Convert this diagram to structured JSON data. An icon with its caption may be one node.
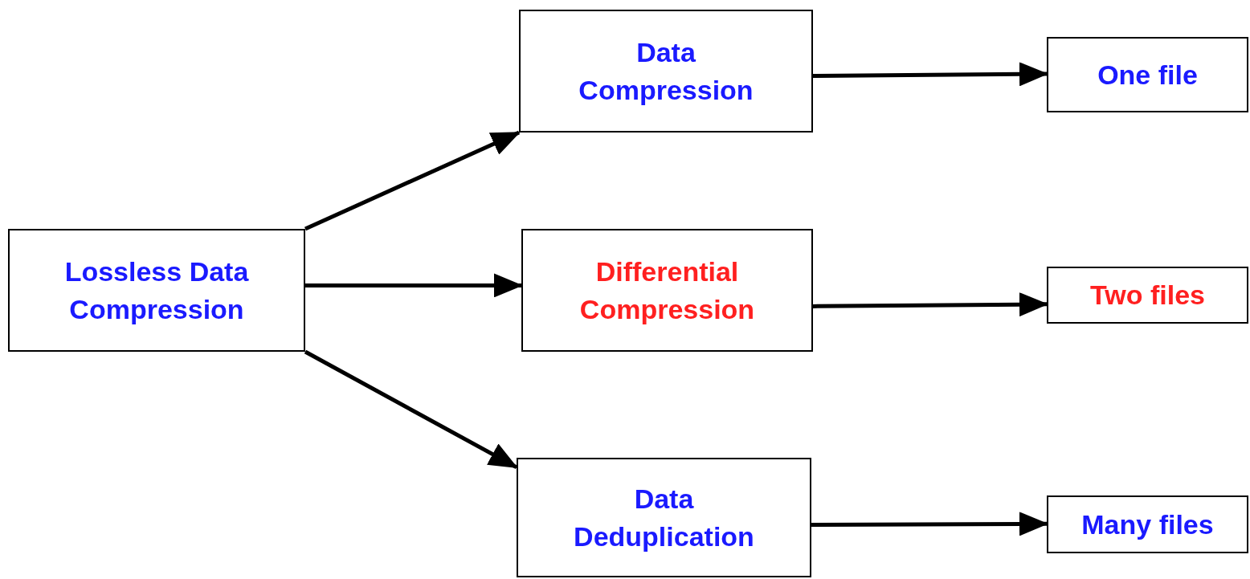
{
  "diagram": {
    "nodes": [
      {
        "text": [
          "Lossless Data Compression"
        ]
      },
      {
        "text": [
          "Data Compression"
        ]
      },
      {
        "text": [
          "Differential Compression"
        ]
      },
      {
        "text": [
          "Data Deduplication"
        ]
      },
      {
        "text": [
          "One file"
        ]
      },
      {
        "text": [
          "Two files"
        ]
      },
      {
        "text": [
          "Many files"
        ]
      }
    ],
    "edges": [
      {
        "from": 0,
        "to": 1,
        "arrow": "to"
      },
      {
        "from": 0,
        "to": 2,
        "arrow": "to"
      },
      {
        "from": 0,
        "to": 3,
        "arrow": "to"
      },
      {
        "from": 1,
        "to": 4,
        "arrow": "to"
      },
      {
        "from": 2,
        "to": 5,
        "arrow": "to"
      },
      {
        "from": 3,
        "to": 6,
        "arrow": "to"
      }
    ]
  }
}
